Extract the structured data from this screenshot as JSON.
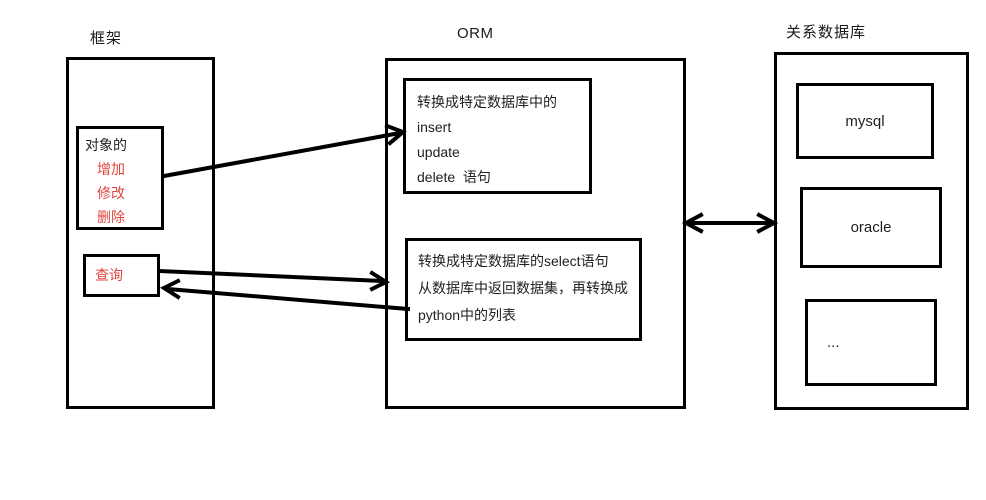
{
  "colors": {
    "line_black": "#000000",
    "text_black": "#1f1f1f",
    "highlight_red": "#e0463f",
    "background": "#ffffff"
  },
  "framework": {
    "title": "框架",
    "object_box": {
      "heading": "对象的",
      "items": [
        "增加",
        "修改",
        "删除"
      ]
    },
    "query_box": {
      "label": "查询"
    }
  },
  "orm": {
    "title": "ORM",
    "write_box": {
      "lines": [
        "转换成特定数据库中的",
        "insert",
        "update",
        "delete  语句"
      ]
    },
    "read_box": {
      "lines": [
        "转换成特定数据库的select语句",
        "从数据库中返回数据集，再转换成",
        "python中的列表"
      ]
    }
  },
  "databases": {
    "title": "关系数据库",
    "items": [
      "mysql",
      "oracle",
      "..."
    ]
  },
  "arrows": [
    {
      "name": "object-to-orm-write",
      "direction": "right"
    },
    {
      "name": "query-to-orm-read",
      "direction": "right"
    },
    {
      "name": "orm-read-to-query",
      "direction": "left"
    },
    {
      "name": "orm-to-databases",
      "direction": "both"
    }
  ]
}
